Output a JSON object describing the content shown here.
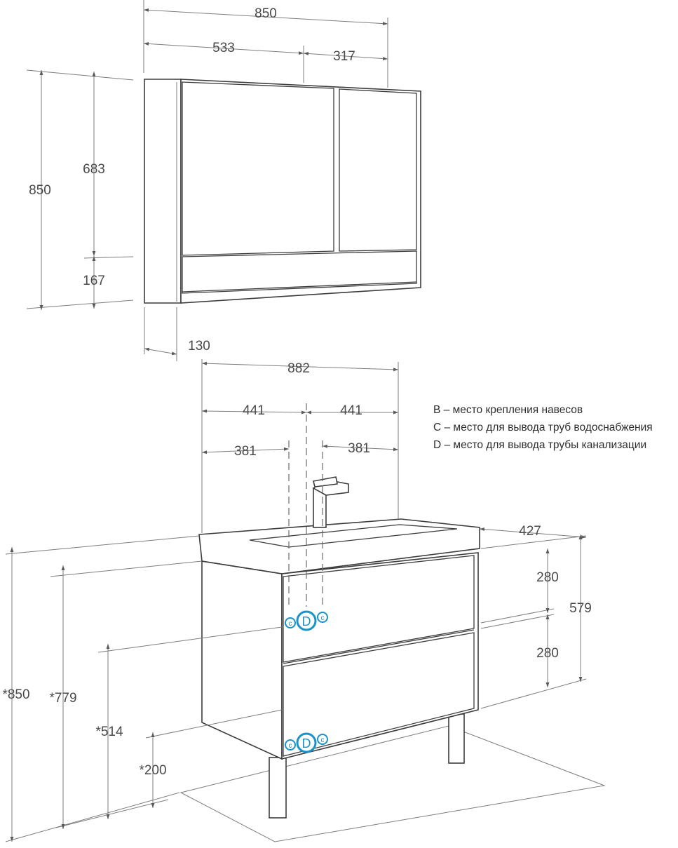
{
  "cabinet_dims": {
    "width_total": "850",
    "width_left_door": "533",
    "width_right_door": "317",
    "height_total": "850",
    "height_doors": "683",
    "height_shelf": "167",
    "depth": "130"
  },
  "vanity_dims": {
    "width_total": "882",
    "half_left": "441",
    "half_right": "441",
    "offset_left": "381",
    "offset_right": "381",
    "depth": "427",
    "drawer_upper": "280",
    "drawer_lower": "280",
    "drawers_total": "579",
    "height_total": "*850",
    "height_779": "*779",
    "height_514": "*514",
    "height_200": "*200"
  },
  "legend": [
    "B – место крепления навесов",
    "C – место для вывода труб водоснабжения",
    "D – место для вывода трубы канализации"
  ],
  "connectors": {
    "c": "c",
    "d": "D"
  },
  "colors": {
    "connector": "#1a93c9",
    "line": "#3c3c3c",
    "text": "#4a4a4a"
  }
}
